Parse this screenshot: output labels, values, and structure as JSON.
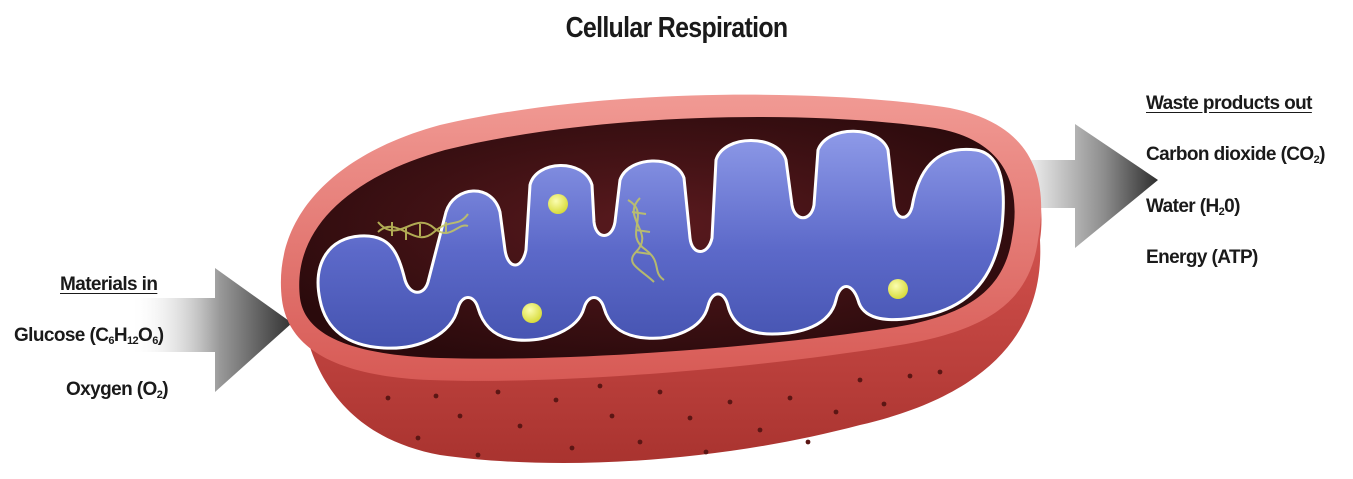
{
  "title": "Cellular Respiration",
  "inputs": {
    "heading": "Materials in",
    "items": [
      {
        "name": "Glucose",
        "formula_parts": [
          "C",
          "6",
          "H",
          "12",
          "O",
          "6"
        ]
      },
      {
        "name": "Oxygen",
        "formula_parts": [
          "O",
          "2"
        ]
      }
    ]
  },
  "outputs": {
    "heading": "Waste products out",
    "items": [
      {
        "name": "Carbon dioxide",
        "formula_parts": [
          "CO",
          "2"
        ]
      },
      {
        "name": "Water",
        "formula_parts": [
          "H",
          "2",
          "0"
        ]
      },
      {
        "name": "Energy",
        "formula_parts": [
          "ATP"
        ]
      }
    ]
  },
  "colors": {
    "outer_membrane": "#c94a46",
    "inner_space": "#3a0f12",
    "cristae": "#5a68c7",
    "particles": "#e8ec5a",
    "arrow": "#4a4a4a"
  }
}
